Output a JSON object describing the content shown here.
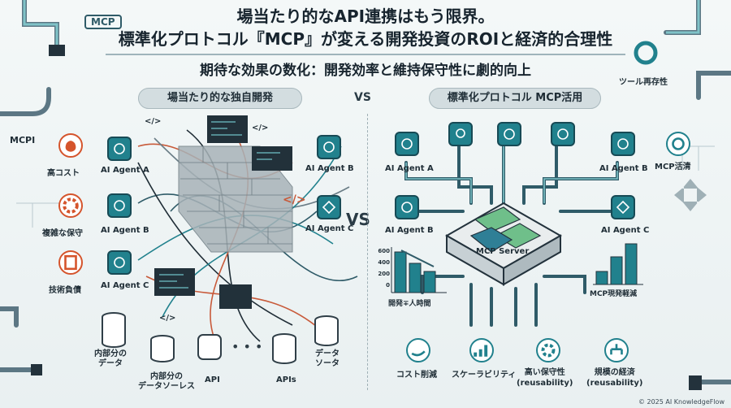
{
  "title_line1": "場当たり的なAPI連携はもう限界。",
  "title_line2": "標準化プロトコル『MCP』が変える開発投資のROIと経済的合理性",
  "subtitle": "期待な効果の数化：開発効率と維持保守性に劇的向上",
  "left_panel": {
    "header": "場当たり的な独自開発",
    "agents": [
      "AI Agent A",
      "AI Agent B",
      "AI Agent C"
    ],
    "right_agents": [
      "AI Agent B",
      "AI Agent C"
    ],
    "costs": [
      "高コスト",
      "複雑な保守",
      "技術負債"
    ],
    "sources": [
      "内部分の\nデータ",
      "内部分の\nデータソーレス",
      "API",
      "APIs",
      "データ\nソータ"
    ],
    "code_tags": [
      "</>",
      "</>",
      "</>",
      "</>"
    ]
  },
  "vs_top": "VS",
  "vs_mid": "VS",
  "right_panel": {
    "header": "標準化プロトコル MCP活用",
    "agents_left": [
      "AI Agent A",
      "AI Agent B"
    ],
    "agents_right": [
      "AI Agent B",
      "AI Agent C"
    ],
    "server": "MCP Server",
    "bar_left_label": "開発∓人時間",
    "bar_right_label": "MCP現発軽減",
    "y_ticks": [
      "600",
      "400",
      "200",
      "0"
    ],
    "benefits": [
      "コスト削減",
      "スケーラビリティ",
      "高い保守性\n(reusability)",
      "規模の経済\n(reusability)"
    ]
  },
  "decor": {
    "mcp_tag": "MCP",
    "mcp_plug": "MCPI",
    "tool_label": "ツール再存性",
    "mcp_usage": "MCP活清"
  },
  "footer": "© 2025 AI KnowledgeFlow",
  "colors": {
    "teal": "#21818d",
    "orange": "#d5542c",
    "dark": "#1f2d36",
    "puzzle_green": "#6fbf8a",
    "puzzle_teal": "#2f7f96"
  }
}
